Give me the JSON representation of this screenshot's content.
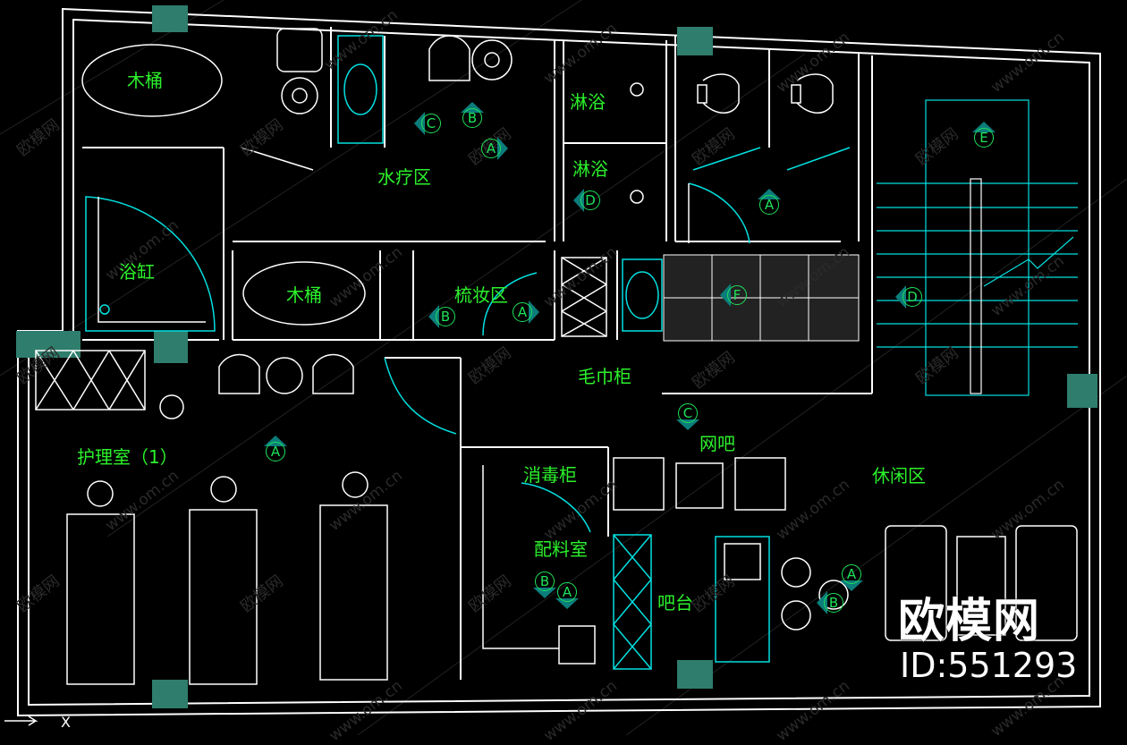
{
  "rooms": {
    "mutong_top": "木桶",
    "yugang": "浴缸",
    "mutong_mid": "木桶",
    "shuiliao": "水疗区",
    "linyu_1": "淋浴",
    "linyu_2": "淋浴",
    "shuzhuang": "梳妆区",
    "maojingui": "毛巾柜",
    "wangba": "网吧",
    "xiuxian": "休闲区",
    "huli": "护理室（1）",
    "xiaodu": "消毒柜",
    "peiliao": "配料室",
    "batai": "吧台"
  },
  "markers": {
    "m1": "C",
    "m2": "B",
    "m3": "A",
    "m4": "D",
    "m5": "A",
    "m6": "E",
    "m7": "B",
    "m8": "A",
    "m9": "F",
    "m10": "D",
    "m11": "C",
    "m12": "A",
    "m13": "B",
    "m14": "A",
    "m15": "A",
    "m16": "B"
  },
  "axis_label": "X",
  "watermark": {
    "brand": "欧模网",
    "id": "ID:551293",
    "site": "www.om.cn",
    "site_cn": "欧模网"
  },
  "colors": {
    "wall": "#ffffff",
    "fixture": "#00e0e0",
    "label": "#2cf22c",
    "column": "#2f7d6c",
    "marker": "#1ee35a"
  }
}
